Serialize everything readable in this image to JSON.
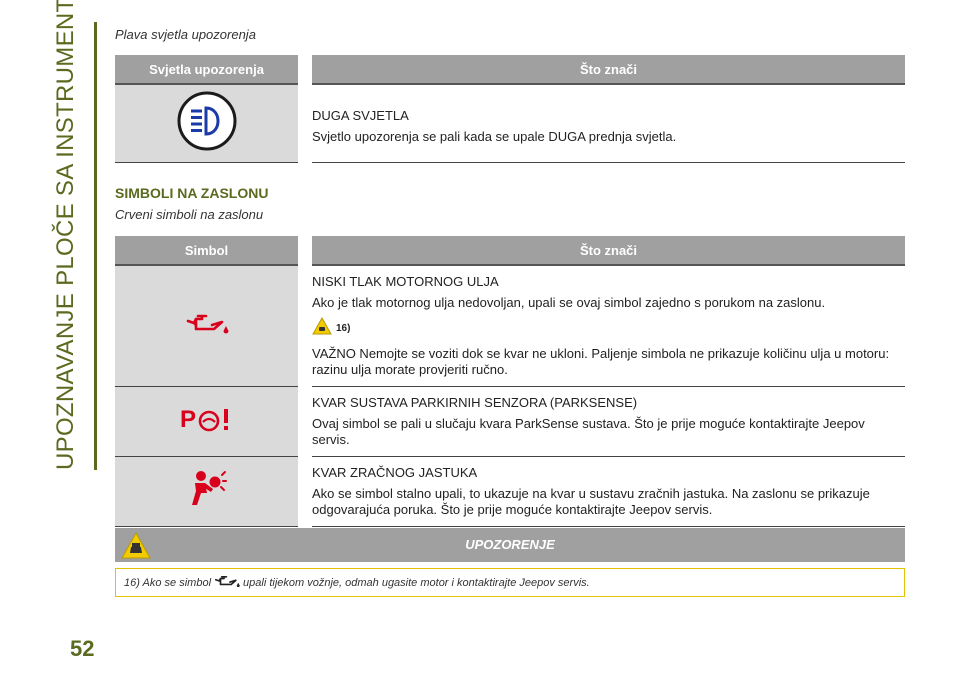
{
  "sidebar": {
    "chapter_title": "UPOZNAVANJE PLOČE SA INSTRUMENTIMA"
  },
  "page_number": "52",
  "blue_section": {
    "subtitle": "Plava svjetla upozorenja",
    "header_col1": "Svjetla upozorenja",
    "header_col2": "Što znači",
    "rows": [
      {
        "icon": "high-beam-icon",
        "title": "DUGA SVJETLA",
        "text": "Svjetlo upozorenja se pali kada se upale DUGA prednja svjetla."
      }
    ]
  },
  "display_section": {
    "title": "SIMBOLI NA ZASLONU",
    "subtitle": "Crveni simboli na zaslonu",
    "header_col1": "Simbol",
    "header_col2": "Što znači",
    "rows": [
      {
        "icon": "oil-pressure-icon",
        "title": "NISKI TLAK MOTORNOG ULJA",
        "text": "Ako je tlak motornog ulja nedovoljan, upali se ovaj simbol zajedno s porukom na zaslonu.",
        "warning_ref": "16)",
        "text2": "VAŽNO Nemojte se voziti dok se kvar ne ukloni. Paljenje simbola ne prikazuje količinu ulja u motoru: razinu ulja morate provjeriti ručno."
      },
      {
        "icon": "parksense-fault-icon",
        "title": "KVAR SUSTAVA PARKIRNIH SENZORA (PARKSENSE)",
        "text": "Ovaj simbol se pali u slučaju kvara ParkSense sustava. Što je prije moguće kontaktirajte Jeepov servis."
      },
      {
        "icon": "airbag-fault-icon",
        "title": "KVAR ZRAČNOG JASTUKA",
        "text": "Ako se simbol stalno upali, to ukazuje na kvar u sustavu zračnih jastuka. Na zaslonu se prikazuje odgovarajuća poruka. Što je prije moguće kontaktirajte Jeepov servis."
      }
    ]
  },
  "warning_box": {
    "heading": "UPOZORENJE",
    "note_before": "16) Ako se simbol",
    "note_after": "upali tijekom vožnje, odmah ugasite motor i kontaktirajte Jeepov servis."
  },
  "colors": {
    "accent": "#5a6a1f",
    "header_gray": "#a0a0a0",
    "icon_cell": "#dadada",
    "warning_red": "#d9001b",
    "blue_icon": "#1a3aa8",
    "warning_yellow": "#f2cc00"
  }
}
